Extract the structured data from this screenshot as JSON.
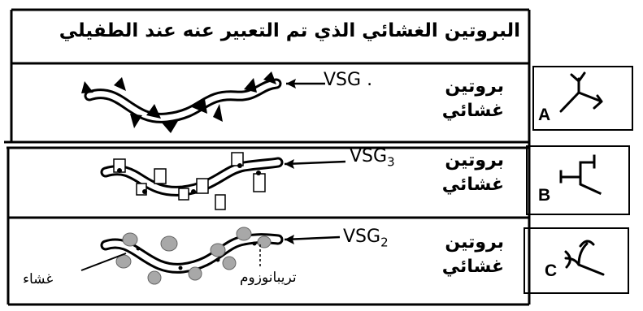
{
  "title": "البروتين الغشائي الذي تم التعبير عنه عند الطفيلي",
  "rows": [
    {
      "protein_line1": "بروتين",
      "protein_line2": "غشائي",
      "vsg_prefix": "VSG",
      "vsg_sub": ".",
      "option": "A"
    },
    {
      "protein_line1": "بروتين",
      "protein_line2": "غشائي",
      "vsg_prefix": "VSG",
      "vsg_sub": "3",
      "option": "B"
    },
    {
      "protein_line1": "بروتين",
      "protein_line2": "غشائي",
      "vsg_prefix": "VSG",
      "vsg_sub": "2",
      "option": "C"
    }
  ],
  "annotations": {
    "membrane": "غشاء",
    "trypanosome": "تريبانوزوم"
  },
  "colors": {
    "line": "#000000",
    "fill_gray": "#a8a8a8",
    "background": "#ffffff"
  }
}
